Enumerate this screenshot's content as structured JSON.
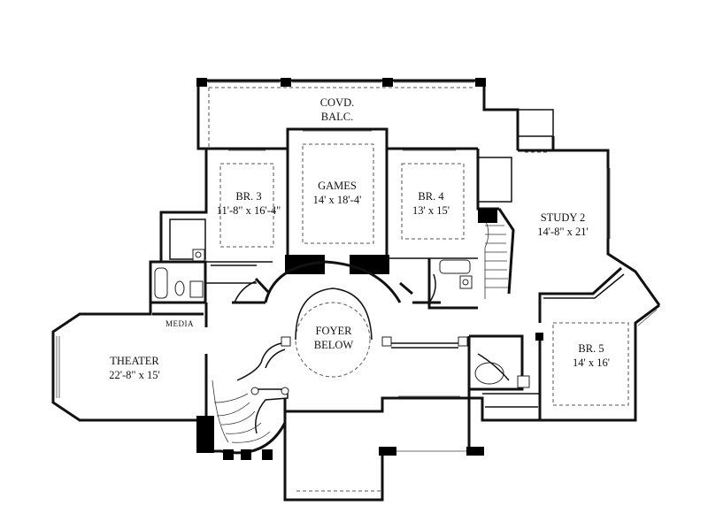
{
  "rooms": {
    "balcony": {
      "name": "COVD.",
      "name2": "BALC."
    },
    "br3": {
      "name": "BR. 3",
      "size": "11'-8\" x 16'-4\""
    },
    "games": {
      "name": "GAMES",
      "size": "14' x 18'-4'"
    },
    "br4": {
      "name": "BR. 4",
      "size": "13' x 15'"
    },
    "study2": {
      "name": "STUDY 2",
      "size": "14'-8\" x 21'"
    },
    "foyer": {
      "name": "FOYER",
      "name2": "BELOW"
    },
    "media": {
      "name": "MEDIA"
    },
    "theater": {
      "name": "THEATER",
      "size": "22'-8\" x 15'"
    },
    "br5": {
      "name": "BR. 5",
      "size": "14' x 16'"
    }
  }
}
